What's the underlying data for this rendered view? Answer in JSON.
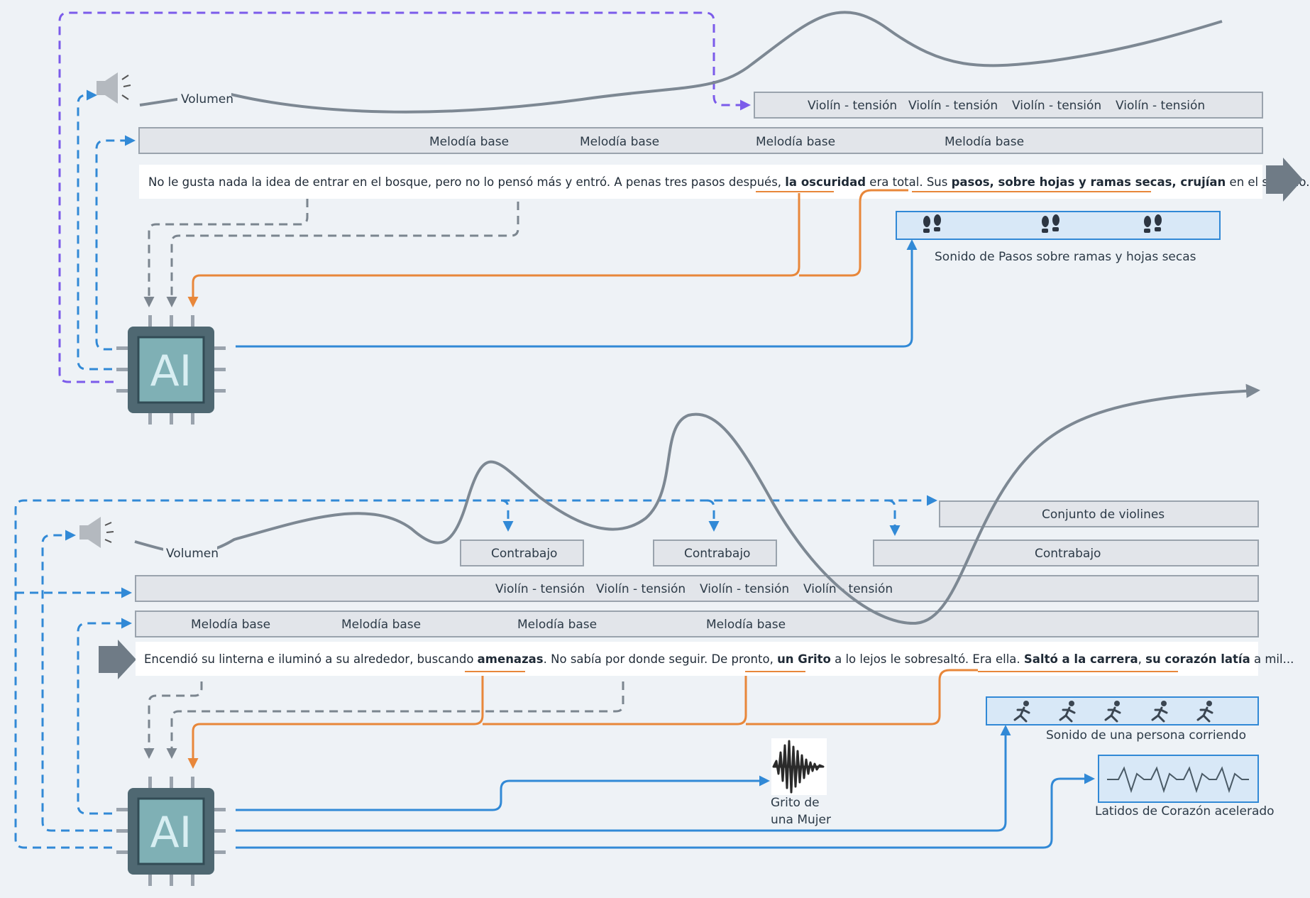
{
  "colors": {
    "background": "#eef2f6",
    "track_fill": "#e2e5ea",
    "track_stroke": "#9aa3ad",
    "volume_curve": "#7d8893",
    "purple": "#7b5bea",
    "blue": "#3189d6",
    "orange": "#e8873a",
    "gray_dash": "#7b858f",
    "sfx_fill": "#d8e8f7",
    "chip_outer": "#4f6872",
    "chip_inner": "#7fb0b5"
  },
  "top": {
    "volume_label": "Volumen",
    "violin_labels": [
      "Violín - tensión",
      "Violín - tensión",
      "Violín - tensión",
      "Violín - tensión"
    ],
    "melody_labels": [
      "Melodía base",
      "Melodía base",
      "Melodía base",
      "Melodía base"
    ],
    "story": {
      "p1": "No le gusta nada la idea de entrar en el bosque, pero no lo pensó más y entró. A penas tres pasos después, ",
      "b1": "la oscuridad",
      "p2": " era total. Sus ",
      "b2": "pasos, sobre hojas y ramas secas, crujían",
      "p3": " en el silencio..."
    },
    "footsteps_label": "Sonido de Pasos sobre ramas y hojas secas",
    "chip_label": "AI",
    "icons": [
      "speaker-icon",
      "footprints-icon",
      "ai-chip-icon",
      "next-arrow-icon"
    ]
  },
  "bottom": {
    "volume_label": "Volumen",
    "violins_ensemble_label": "Conjunto de violines",
    "contrabajo_labels": [
      "Contrabajo",
      "Contrabajo",
      "Contrabajo"
    ],
    "violin_labels": [
      "Violín - tensión",
      "Violín - tensión",
      "Violín - tensión",
      "Violín - tensión"
    ],
    "melody_labels": [
      "Melodía base",
      "Melodía base",
      "Melodía base",
      "Melodía base"
    ],
    "story": {
      "p1": "Encendió su linterna e iluminó a su alrededor, buscando ",
      "b1": "amenazas",
      "p2": ". No sabía por donde seguir. De pronto, ",
      "b2": "un Grito",
      "p3": " a lo lejos le sobresaltó. Era ella. ",
      "b3": "Saltó a la carrera",
      "p4": ", ",
      "b4": "su corazón latía",
      "p5": " a mil..."
    },
    "scream_label_1": "Grito de",
    "scream_label_2": "una Mujer",
    "running_label": "Sonido de una persona corriendo",
    "heartbeat_label": "Latidos de Corazón acelerado",
    "chip_label": "AI",
    "icons": [
      "speaker-icon",
      "running-person-icon",
      "waveform-icon",
      "heartbeat-icon",
      "ai-chip-icon",
      "prev-arrow-icon"
    ]
  }
}
